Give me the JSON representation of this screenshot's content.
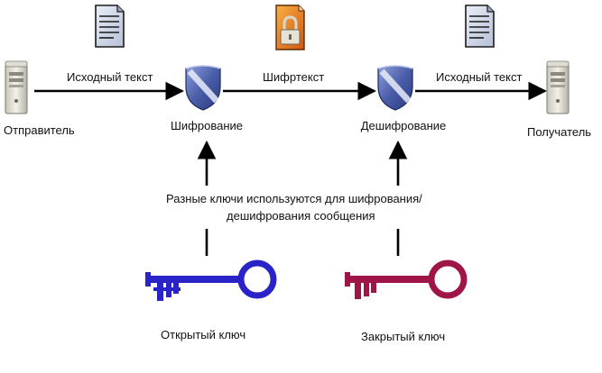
{
  "nodes": {
    "sender": "Отправитель",
    "encryption": "Шифрование",
    "decryption": "Дешифрование",
    "recipient": "Получатель"
  },
  "edges": {
    "plaintext_in": "Исходный текст",
    "ciphertext": "Шифртекст",
    "plaintext_out": "Исходный текст"
  },
  "note": {
    "line1": "Разные ключи используются для шифрования/",
    "line2": "дешифрования сообщения"
  },
  "keys": {
    "public": "Открытый ключ",
    "private": "Закрытый ключ"
  },
  "colors": {
    "public_key": "#2a23c8",
    "private_key": "#a01548",
    "shield": "#5b6fb3",
    "arrow": "#000000"
  },
  "icons": {
    "sender": "server-computer-icon",
    "recipient": "server-computer-icon",
    "document": "text-document-icon",
    "locked_document": "locked-document-icon",
    "shield": "shield-icon",
    "key": "key-icon"
  }
}
